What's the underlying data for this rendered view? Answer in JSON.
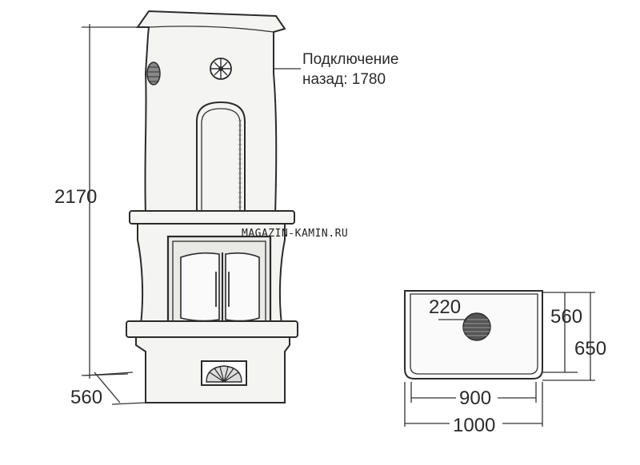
{
  "diagram": {
    "height_label": "2170",
    "depth_label": "560",
    "connection_note_line1": "Подключение",
    "connection_note_line2": "назад: 1780",
    "watermark": "MAGAZIN-KAMIN.RU",
    "plan": {
      "flue_diameter_label": "220",
      "depth_outer_label": "650",
      "depth_inner_label": "560",
      "width_inner_label": "900",
      "width_outer_label": "1000"
    }
  },
  "colors": {
    "stroke": "#2b2b2b",
    "fill": "#f4f4f2",
    "flue": "#555555"
  },
  "icons": {
    "vent": "vent-grille-icon",
    "emblem": "sun-emblem-icon",
    "ash_fan": "ash-door-fan-icon"
  }
}
